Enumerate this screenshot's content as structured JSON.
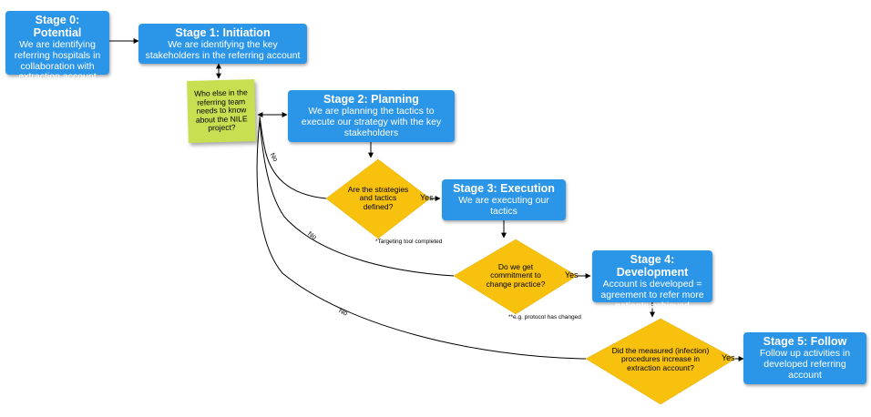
{
  "stages": {
    "s0": {
      "title": "Stage 0: Potential",
      "desc": "We are identifying referring hospitals in collaboration with extraction account"
    },
    "s1": {
      "title": "Stage 1: Initiation",
      "desc": "We are identifying the key stakeholders in the referring account"
    },
    "s2": {
      "title": "Stage 2: Planning",
      "desc": "We are planning the tactics to execute our strategy with the key stakeholders"
    },
    "s3": {
      "title": "Stage 3: Execution",
      "desc": "We are executing our tactics"
    },
    "s4": {
      "title": "Stage 4: Development",
      "desc": "Account is developed = agreement to refer more patients achieved"
    },
    "s5": {
      "title": "Stage 5: Follow",
      "desc": "Follow up activities in developed referring account"
    }
  },
  "sticky_note": "Who else in the referring team needs to know about the NILE project?",
  "decisions": {
    "d1": "Are the strategies and tactics defined?",
    "d2": "Do we get commitment to change practice?",
    "d3": "Did the measured (infection) procedures increase in extraction account?"
  },
  "notes": {
    "n1": "*Targeting tool completed",
    "n2": "**e.g. protocol has changed"
  },
  "labels": {
    "yes": "Yes",
    "no": "No"
  },
  "colors": {
    "stage_box": "#2b95e8",
    "decision": "#f7c10d",
    "sticky": "#c8df52",
    "line": "#000000"
  }
}
